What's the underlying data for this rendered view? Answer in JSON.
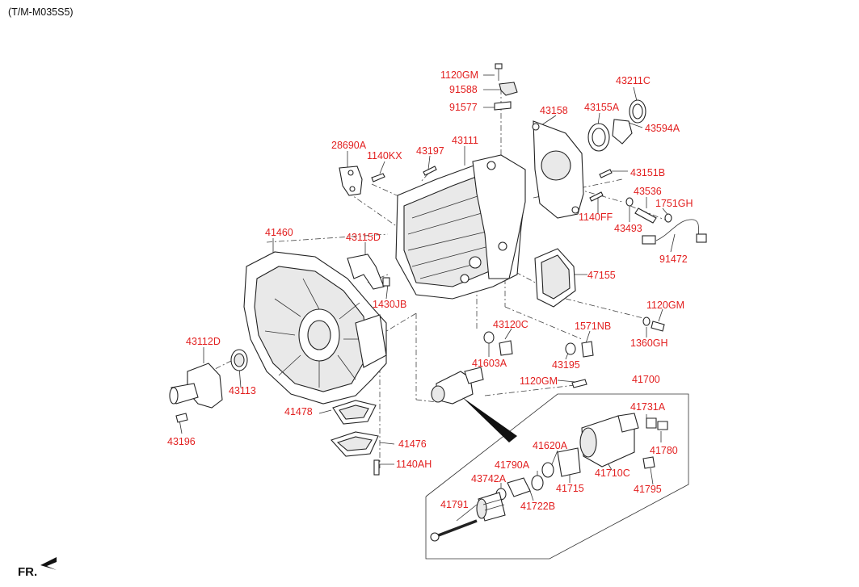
{
  "header": "(T/M-M035S5)",
  "direction_label": "FR.",
  "labels": [
    "1120GM",
    "91588",
    "91577",
    "43211C",
    "43158",
    "43155A",
    "43594A",
    "28690A",
    "1140KX",
    "43197",
    "43111",
    "43151B",
    "43536",
    "1751GH",
    "43493",
    "1140FF",
    "91472",
    "41460",
    "43115D",
    "1430JB",
    "47155",
    "1120GM",
    "1571NB",
    "1360GH",
    "43120C",
    "43195",
    "41603A",
    "43112D",
    "43113",
    "41700",
    "1120GM",
    "41731A",
    "41780",
    "41478",
    "41476",
    "1140AH",
    "41620A",
    "41790A",
    "43742A",
    "41715",
    "41710C",
    "41795",
    "41722B",
    "41791"
  ]
}
